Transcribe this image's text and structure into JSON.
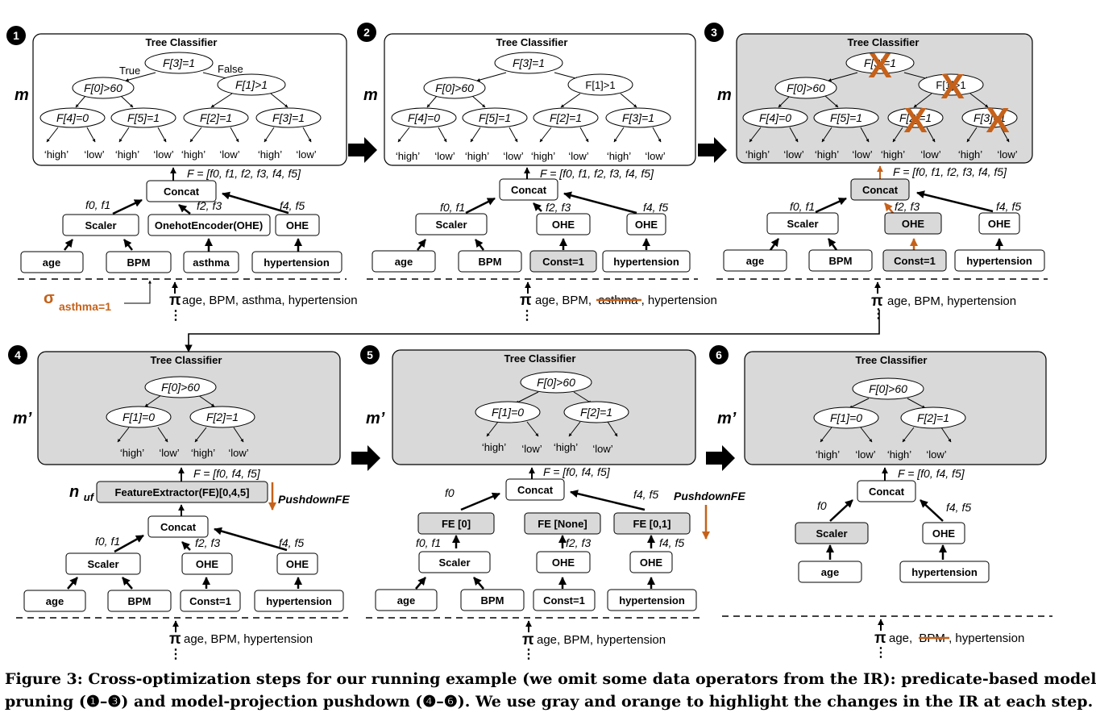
{
  "colors": {
    "gray": "#d9d9d9",
    "orange": "#c5611a",
    "black": "#000000"
  },
  "labels": {
    "tree_classifier": "Tree Classifier",
    "model_m": "m",
    "model_m_prime": "m’",
    "true": "True",
    "false": "False",
    "pi": "π",
    "sigma": "σ",
    "sigma_sub": "asthma=1",
    "n": "n",
    "n_sub": "uf",
    "pushdown": "PushdownFE",
    "ellipsis": "⋮"
  },
  "panels": [
    {
      "badge": "1",
      "nodes": [
        "F[3]=1",
        "F[0]>60",
        "F[1]>1",
        "F[4]=0",
        "F[5]=1",
        "F[2]=1",
        "F[3]=1"
      ],
      "leaves": [
        "‘high’",
        "‘low’",
        "‘high’",
        "‘low’",
        "‘high’",
        "‘low’",
        "‘high’",
        "‘low’"
      ],
      "fvec": "F = [f0, f1, f2, f3, f4, f5]",
      "concat": "Concat",
      "edges": [
        "f0, f1",
        "f2, f3",
        "f4, f5"
      ],
      "encoders": [
        "Scaler",
        "OnehotEncoder(OHE)",
        "OHE"
      ],
      "inputs": [
        "age",
        "BPM",
        "asthma",
        "hypertension"
      ],
      "projection": "age, BPM, asthma, hypertension"
    },
    {
      "badge": "2",
      "nodes": [
        "F[3]=1",
        "F[0]>60",
        "F[1]>1",
        "F[4]=0",
        "F[5]=1",
        "F[2]=1",
        "F[3]=1"
      ],
      "leaves": [
        "‘high’",
        "‘low’",
        "‘high’",
        "‘low’",
        "‘high’",
        "‘low’",
        "‘high’",
        "‘low’"
      ],
      "fvec": "F = [f0, f1, f2, f3, f4, f5]",
      "concat": "Concat",
      "edges": [
        "f0, f1",
        "f2, f3",
        "f4, f5"
      ],
      "encoders": [
        "Scaler",
        "OHE",
        "OHE"
      ],
      "inputs": [
        "age",
        "BPM",
        "Const=1",
        "hypertension"
      ],
      "projection_pre": "age, BPM,",
      "projection_struck": "asthma",
      "projection_post": ", hypertension"
    },
    {
      "badge": "3",
      "nodes": [
        "F[3]=1",
        "F[0]>60",
        "F[1]>1",
        "F[4]=0",
        "F[5]=1",
        "F[2]=1",
        "F[3]=1"
      ],
      "leaves": [
        "‘high’",
        "‘low’",
        "‘high’",
        "‘low’",
        "‘high’",
        "‘low’",
        "‘high’",
        "‘low’"
      ],
      "fvec": "F = [f0, f1, f2, f3, f4, f5]",
      "concat": "Concat",
      "edges": [
        "f0, f1",
        "f2, f3",
        "f4, f5"
      ],
      "encoders": [
        "Scaler",
        "OHE",
        "OHE"
      ],
      "inputs": [
        "age",
        "BPM",
        "Const=1",
        "hypertension"
      ],
      "projection": "age, BPM, hypertension",
      "cross": "X"
    },
    {
      "badge": "4",
      "nodes": [
        "F[0]>60",
        "F[1]=0",
        "F[2]=1"
      ],
      "leaves": [
        "‘high’",
        "‘low’",
        "‘high’",
        "‘low’"
      ],
      "fvec": "F = [f0, f4, f5]",
      "extractor": "FeatureExtractor(FE)[0,4,5]",
      "concat": "Concat",
      "edges": [
        "f0, f1",
        "f2, f3",
        "f4, f5"
      ],
      "encoders": [
        "Scaler",
        "OHE",
        "OHE"
      ],
      "inputs": [
        "age",
        "BPM",
        "Const=1",
        "hypertension"
      ],
      "projection": "age, BPM, hypertension"
    },
    {
      "badge": "5",
      "nodes": [
        "F[0]>60",
        "F[1]=0",
        "F[2]=1"
      ],
      "leaves": [
        "‘high’",
        "‘low’",
        "‘high’",
        "‘low’"
      ],
      "fvec": "F = [f0, f4, f5]",
      "concat": "Concat",
      "top_edges": [
        "f0",
        "f4, f5"
      ],
      "extractors": [
        "FE [0]",
        "FE [None]",
        "FE [0,1]"
      ],
      "edges": [
        "f0, f1",
        "f2, f3",
        "f4, f5"
      ],
      "encoders": [
        "Scaler",
        "OHE",
        "OHE"
      ],
      "inputs": [
        "age",
        "BPM",
        "Const=1",
        "hypertension"
      ],
      "projection": "age, BPM, hypertension"
    },
    {
      "badge": "6",
      "nodes": [
        "F[0]>60",
        "F[1]=0",
        "F[2]=1"
      ],
      "leaves": [
        "‘high’",
        "‘low’",
        "‘high’",
        "‘low’"
      ],
      "fvec": "F = [f0, f4, f5]",
      "concat": "Concat",
      "edges": [
        "f0",
        "f4, f5"
      ],
      "encoders": [
        "Scaler",
        "OHE"
      ],
      "inputs": [
        "age",
        "hypertension"
      ],
      "projection_pre": "age,",
      "projection_struck": "BPM",
      "projection_post": ", hypertension"
    }
  ],
  "caption": {
    "line1": "Figure 3: Cross-optimization steps for our running example (we omit some data operators from the IR): predicate-based model",
    "line2": "pruning (❶–❸) and model-projection pushdown (❹–❻). We use gray and orange to highlight the changes in the IR at each step."
  }
}
